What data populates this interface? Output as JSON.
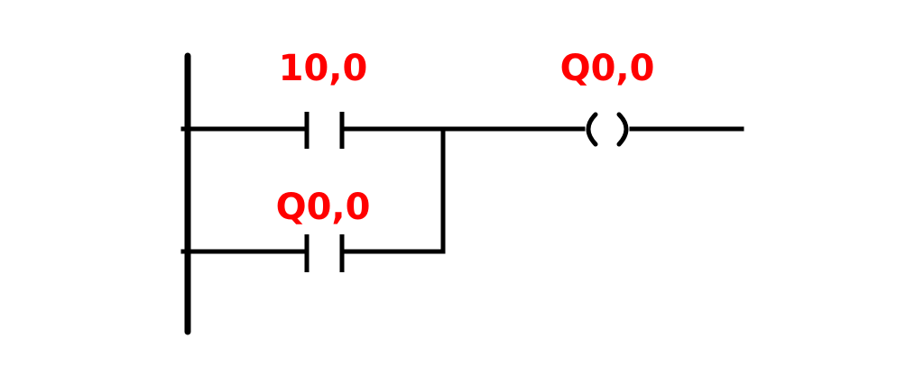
{
  "labels": {
    "contact_top": "10,0",
    "coil": "Q0,0",
    "contact_bottom": "Q0,0"
  },
  "colors": {
    "label": "#ff0000",
    "line": "#000000",
    "background": "#ffffff"
  }
}
